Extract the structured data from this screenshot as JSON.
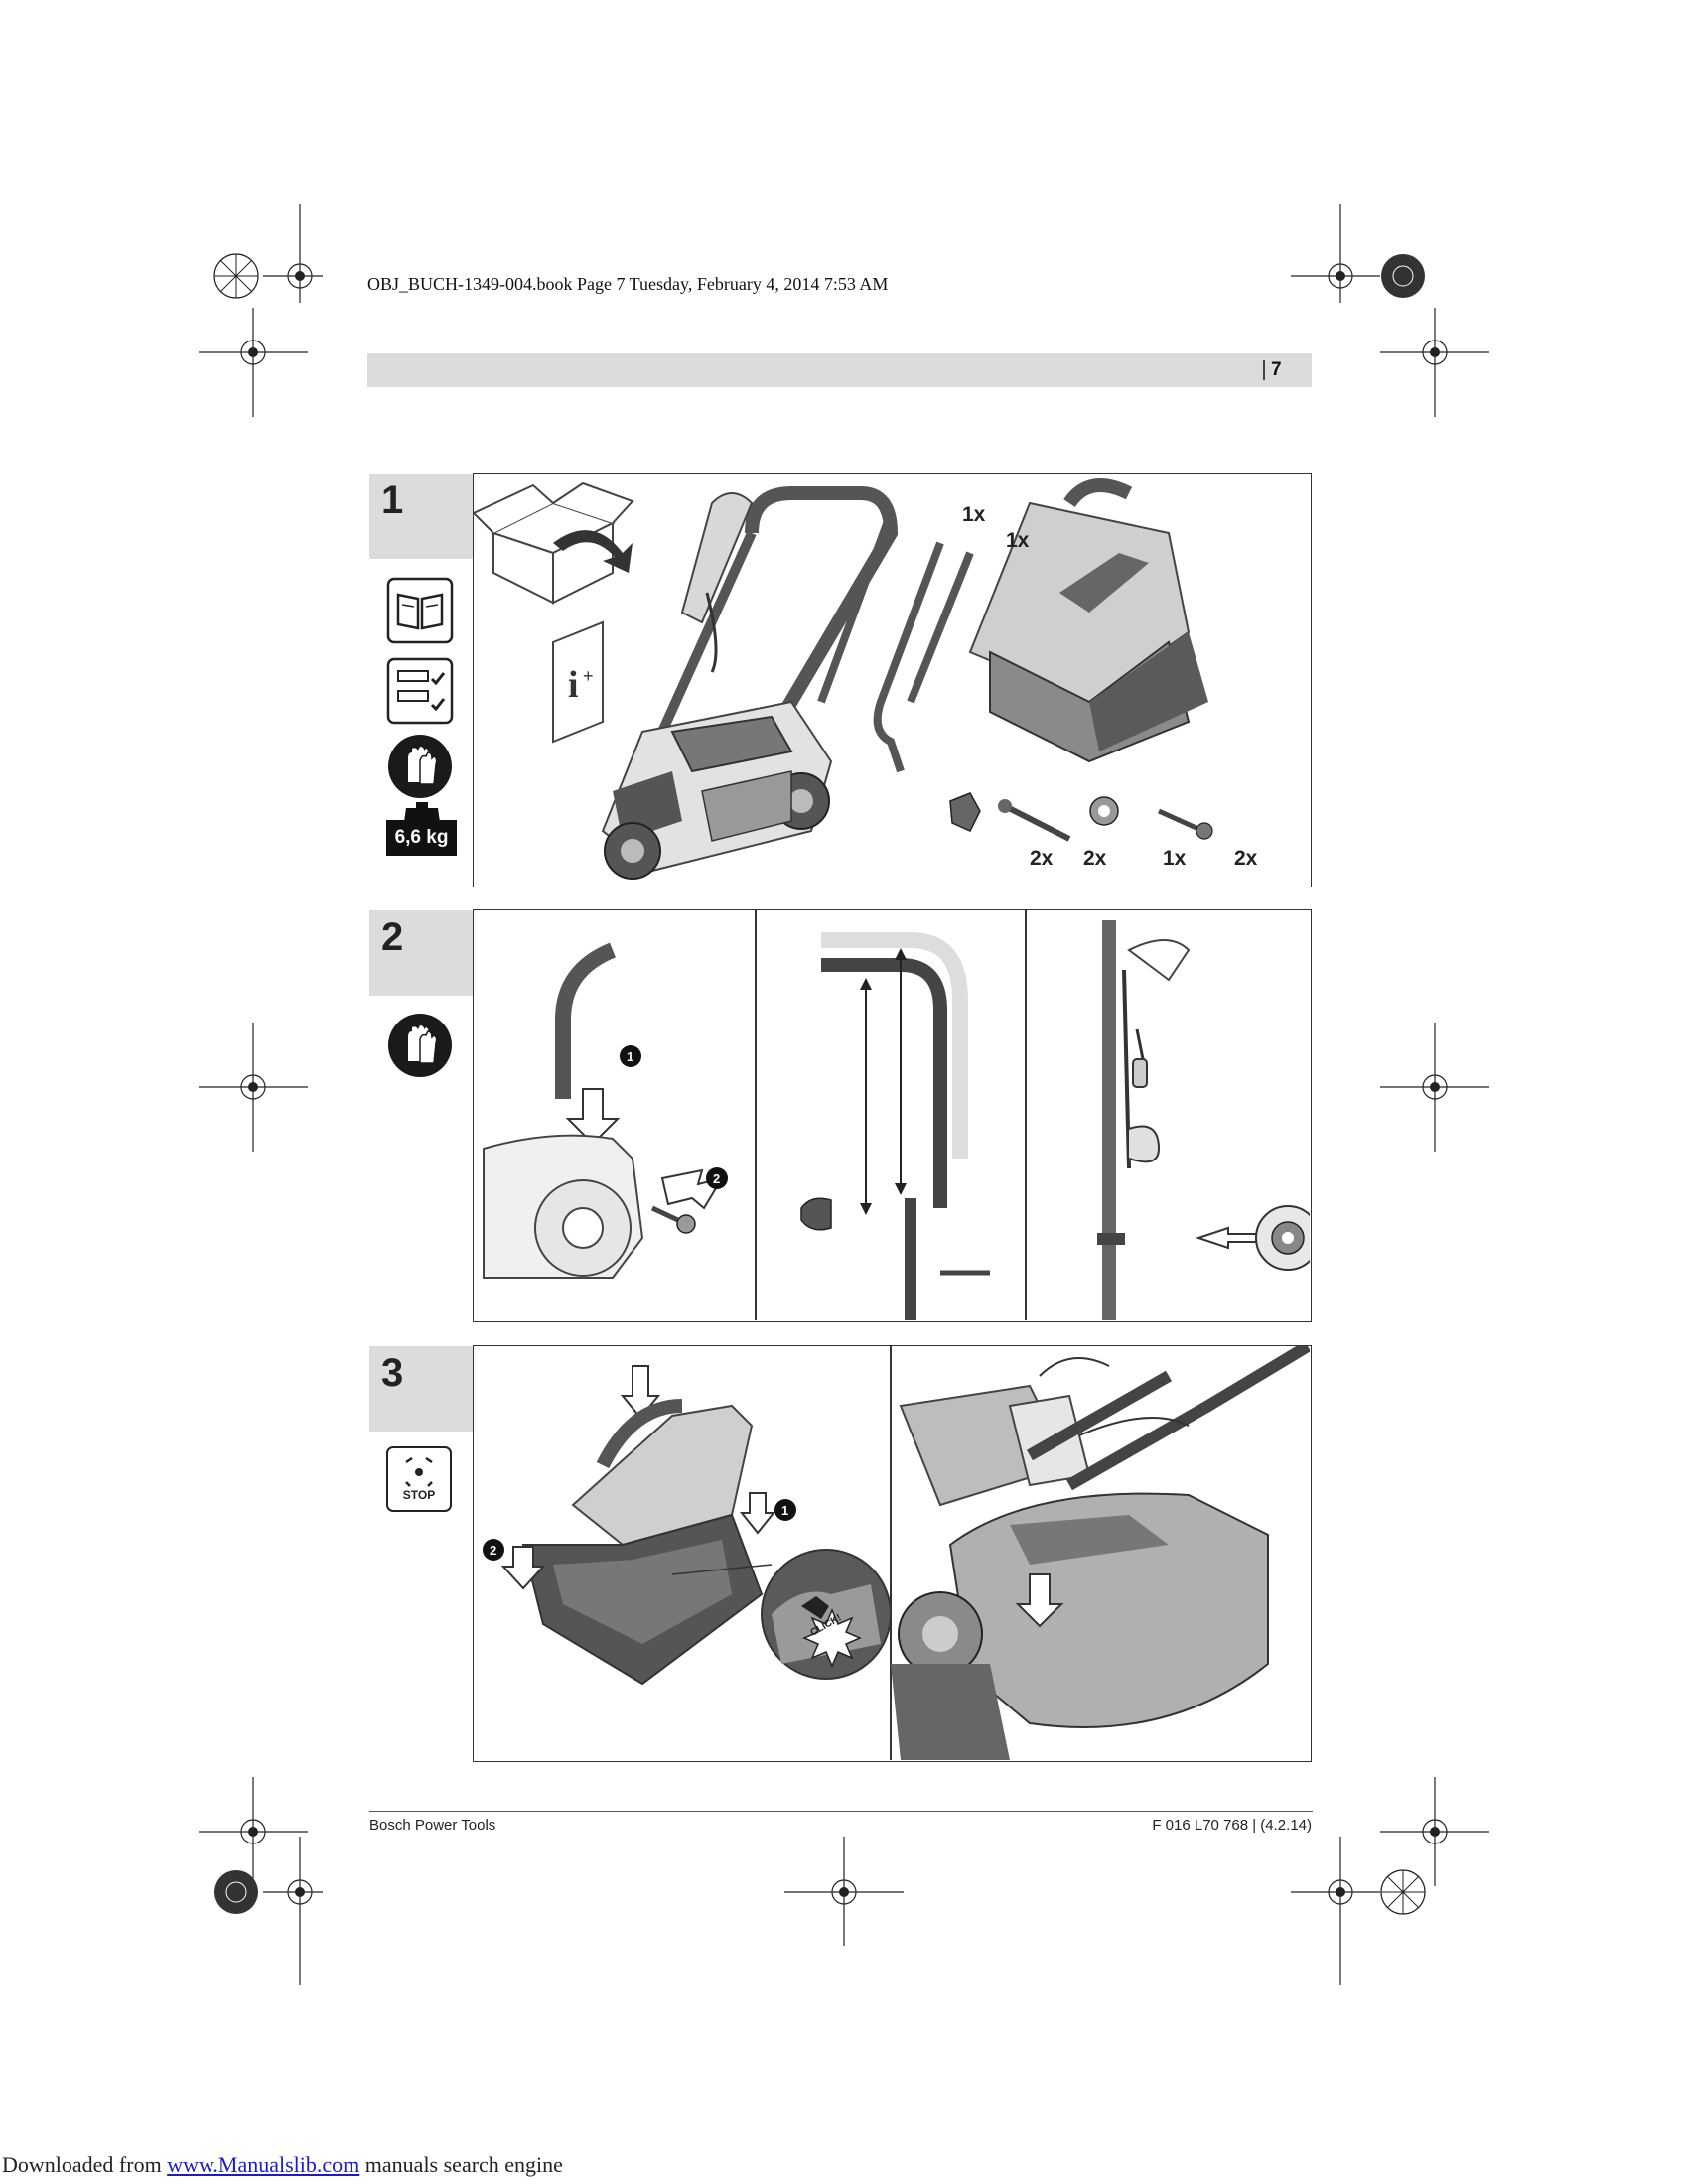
{
  "header": {
    "file_info": "OBJ_BUCH-1349-004.book  Page 7  Tuesday, February 4, 2014  7:53 AM",
    "page_number": "7"
  },
  "steps": [
    {
      "number": "1",
      "weight_label": "6,6 kg",
      "quantities": {
        "handle_upper": "1x",
        "handle_lower": "1x",
        "knob": "2x",
        "bolt": "2x",
        "cable_clip": "1x",
        "screw": "2x"
      }
    },
    {
      "number": "2"
    },
    {
      "number": "3",
      "stop_label": "STOP",
      "click_label": "CLICK!"
    }
  ],
  "footer": {
    "brand": "Bosch Power Tools",
    "doc_code": "F 016 L70 768 | (4.2.14)"
  },
  "download": {
    "prefix": "Downloaded from ",
    "link": "www.Manualslib.com",
    "suffix": " manuals search engine"
  },
  "colors": {
    "panel_border": "#333333",
    "tab_gray": "#dcdcdc",
    "link_blue": "#1a1acc"
  }
}
